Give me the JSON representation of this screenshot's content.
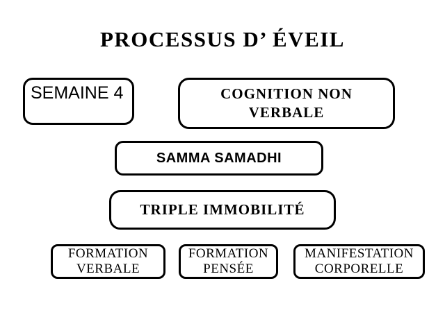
{
  "slide": {
    "title": "PROCESSUS D’ ÉVEIL",
    "semaine": {
      "label": "SEMAINE 4"
    },
    "cognition": {
      "line1": "COGNITION NON",
      "line2": "VERBALE"
    },
    "samadhi": {
      "label": "SAMMA SAMADHI"
    },
    "immobilite": {
      "label": "TRIPLE IMMOBILITÉ"
    },
    "formation_verbale": {
      "line1": "FORMATION",
      "line2": "VERBALE"
    },
    "formation_pensee": {
      "line1": "FORMATION",
      "line2": "PENSÉE"
    },
    "manifestation": {
      "line1": "MANIFESTATION",
      "line2": "CORPORELLE"
    }
  },
  "colors": {
    "background": "#ffffff",
    "box_border": "#000000",
    "text": "#000000"
  }
}
